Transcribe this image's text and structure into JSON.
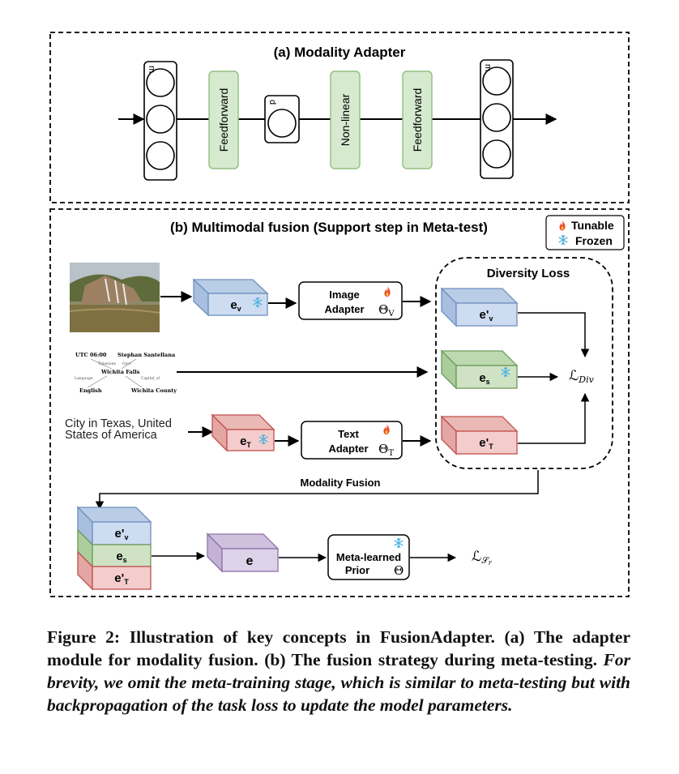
{
  "adapter": {
    "title": "(a) Modality Adapter",
    "input_dim": "m",
    "bottleneck_dim": "d",
    "output_dim": "m",
    "layers": [
      "Feedforward",
      "Non-linear",
      "Feedforward"
    ]
  },
  "fusion": {
    "title": "(b) Multimodal fusion (Support step in Meta-test)",
    "legend": {
      "tunable": "Tunable",
      "frozen": "Frozen",
      "tunable_icon": "flame-icon",
      "frozen_icon": "snowflake-icon"
    },
    "diversity_loss_title": "Diversity Loss",
    "modality_fusion_label": "Modality Fusion",
    "image_adapter": {
      "label": "Image",
      "label2": "Adapter",
      "param": "Θ",
      "param_sub": "V"
    },
    "text_adapter": {
      "label": "Text",
      "label2": "Adapter",
      "param": "Θ",
      "param_sub": "T"
    },
    "prior": {
      "label": "Meta-learned",
      "label2": "Prior",
      "param": "Θ"
    },
    "embeddings": {
      "ev": {
        "base": "e",
        "sub": "v"
      },
      "et": {
        "base": "e",
        "sub": "T"
      },
      "ev_prime": {
        "base": "e'",
        "sub": "v"
      },
      "es": {
        "base": "e",
        "sub": "s"
      },
      "et_prime": {
        "base": "e'",
        "sub": "T"
      },
      "fused": {
        "base": "e"
      }
    },
    "loss_div": {
      "symbol": "ℒ",
      "sub": "Div"
    },
    "loss_task": {
      "symbol": "ℒ",
      "sub": "𝒮",
      "subsub": "r"
    },
    "text_input": [
      "City in Texas, United",
      "States of America"
    ],
    "graph": {
      "center": "Wichita Falls",
      "nodes": [
        "UTC 06:00",
        "Stephan Santellana",
        "English",
        "Wichita County"
      ],
      "edges": [
        "Timezone",
        "Govt",
        "Language",
        "Capital_of"
      ]
    }
  },
  "colors": {
    "green_box": "#d6ead0",
    "green_border": "#8fbf7f",
    "blue": "#cddcf0",
    "blue_border": "#6f8fbf",
    "green_cube": "#cfe3c4",
    "green_cube_border": "#6c9a5a",
    "red": "#f4cccc",
    "red_border": "#c0504d",
    "purple": "#ddd2e8",
    "purple_border": "#8c73a6",
    "flame": "#e8512a",
    "snowflake": "#4fb3e0"
  },
  "caption": {
    "bold": "Figure 2: Illustration of key concepts in FusionAdapter. (a) The adapter module for modality fusion. (b) The fusion strategy during meta-testing.",
    "italic": "For brevity, we omit the meta-training stage, which is similar to meta-testing but with backpropagation of the task loss to update the model parameters."
  }
}
